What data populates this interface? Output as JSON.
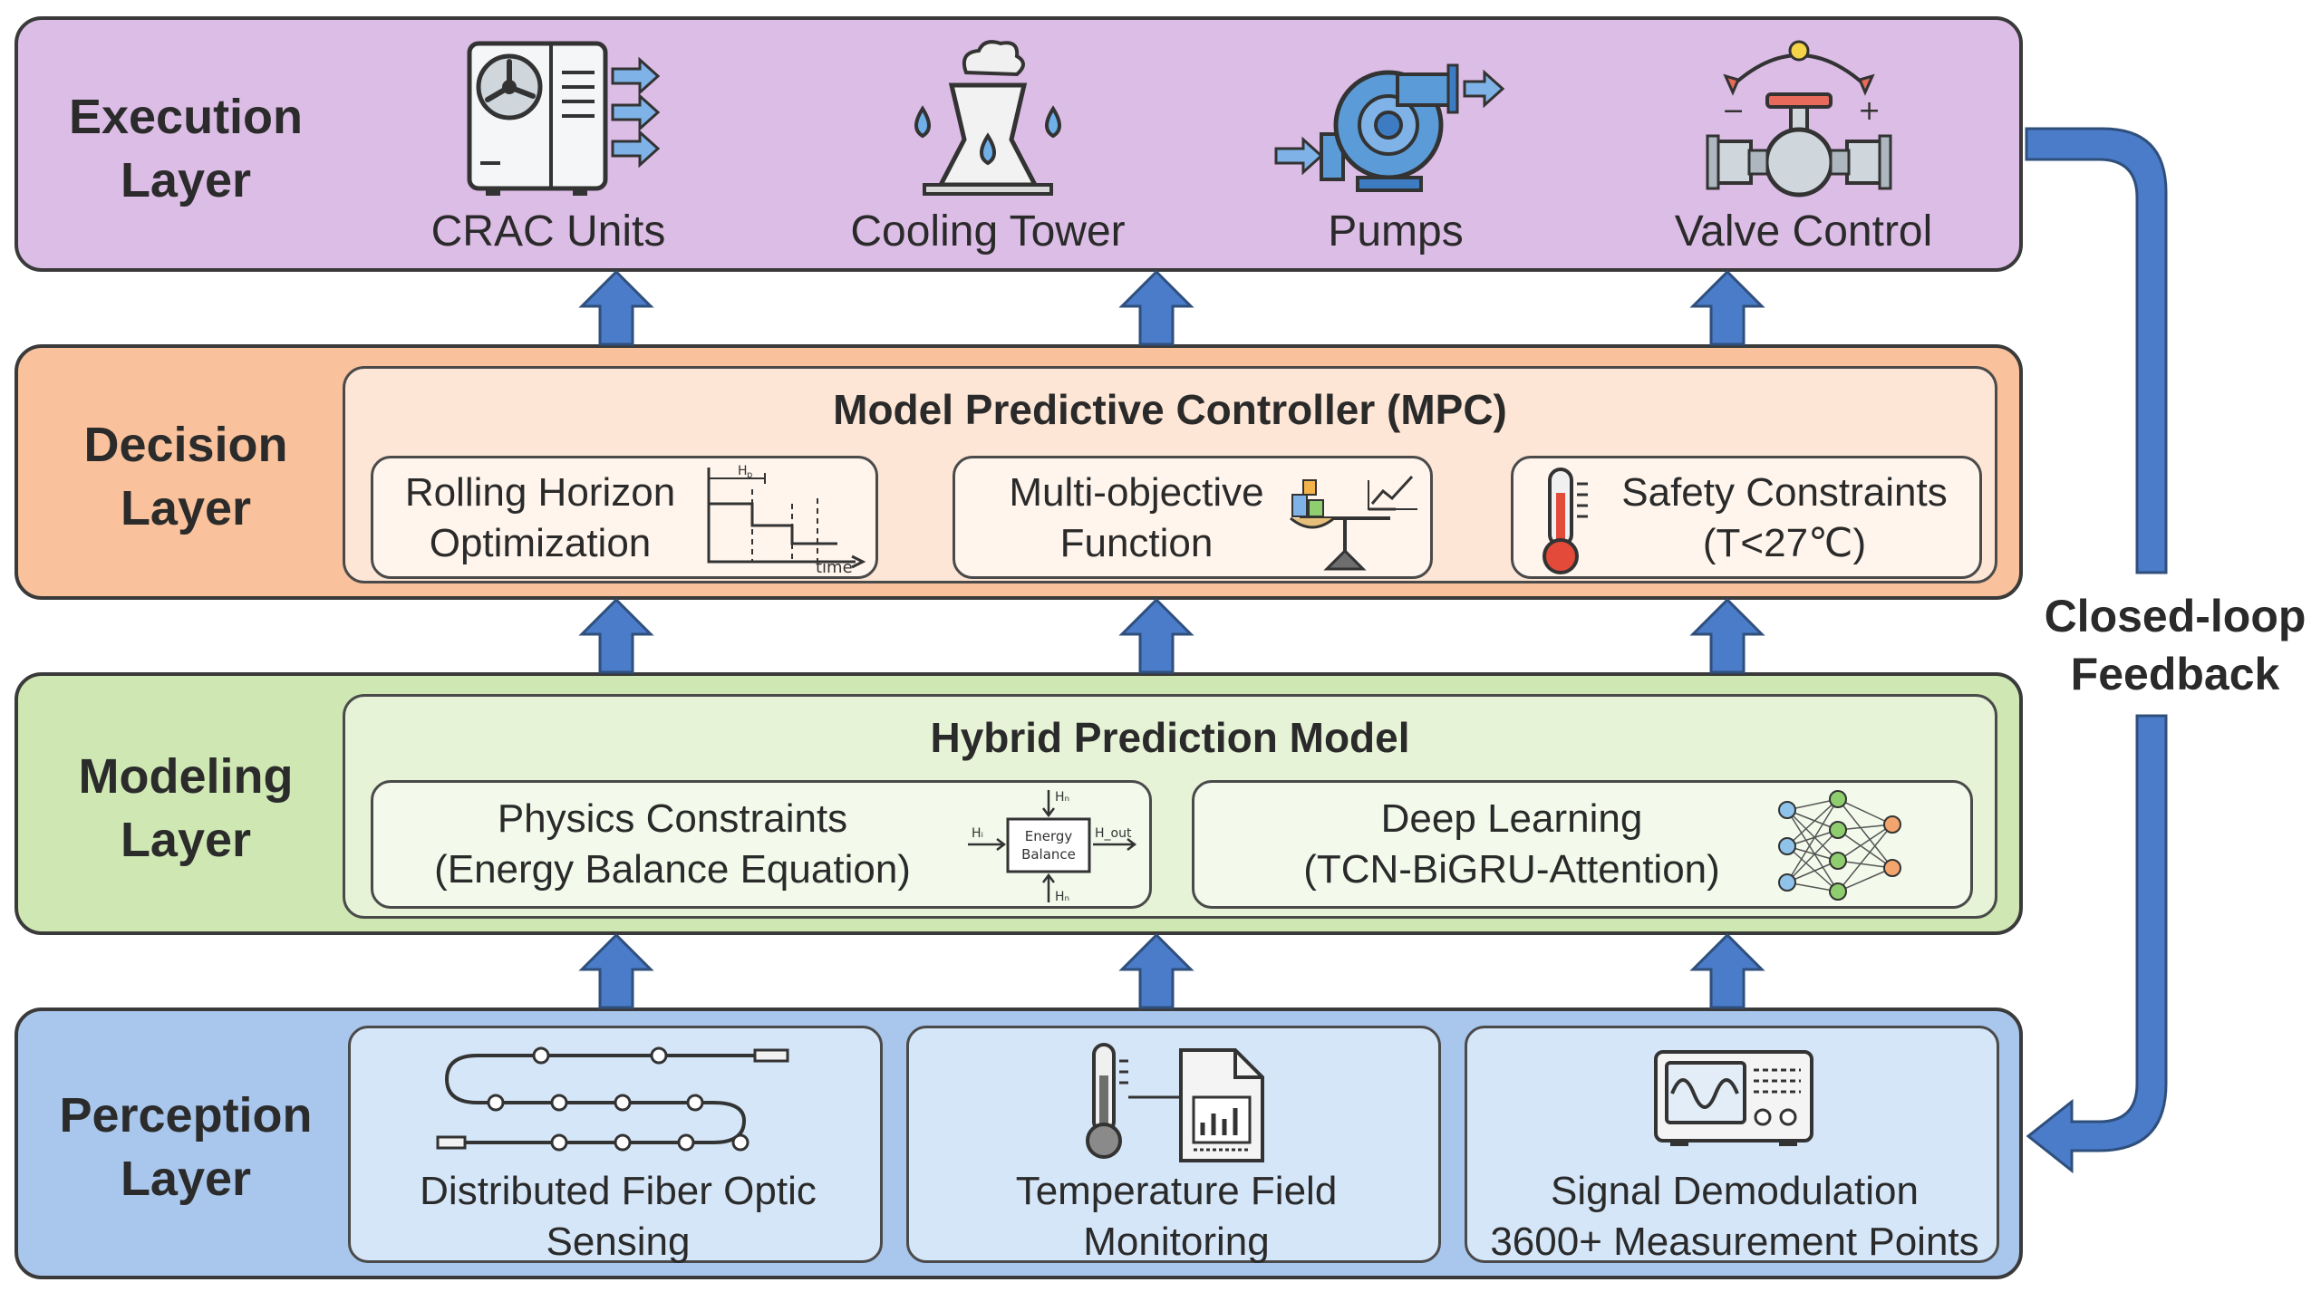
{
  "execution": {
    "title_line1": "Execution",
    "title_line2": "Layer",
    "items": [
      {
        "label": "CRAC Units"
      },
      {
        "label": "Cooling Tower"
      },
      {
        "label": "Pumps"
      },
      {
        "label": "Valve Control"
      }
    ]
  },
  "decision": {
    "title_line1": "Decision",
    "title_line2": "Layer",
    "panel_title": "Model Predictive Controller (MPC)",
    "rolling": {
      "line1": "Rolling Horizon",
      "line2": "Optimization",
      "chart_top": "H",
      "chart_top_sub": "p",
      "chart_axis": "time"
    },
    "multi": {
      "line1": "Multi-objective",
      "line2": "Function"
    },
    "safety": {
      "line1": "Safety Constraints",
      "line2": "(T<27℃)"
    }
  },
  "modeling": {
    "title_line1": "Modeling",
    "title_line2": "Layer",
    "panel_title": "Hybrid Prediction Model",
    "physics": {
      "line1": "Physics Constraints",
      "line2": "(Energy Balance Equation)",
      "box_line1": "Energy",
      "box_line2": "Balance",
      "in_left": "Hᵢ",
      "out_right": "H_out",
      "in_top": "Hₙ",
      "in_bottom": "Hₙ"
    },
    "deep": {
      "line1": "Deep Learning",
      "line2": "(TCN-BiGRU-Attention)"
    }
  },
  "perception": {
    "title_line1": "Perception",
    "title_line2": "Layer",
    "fiber": {
      "line1": "Distributed Fiber Optic",
      "line2": "Sensing"
    },
    "temp": {
      "line1": "Temperature Field",
      "line2": "Monitoring"
    },
    "signal": {
      "line1": "Signal Demodulation",
      "line2": "3600+ Measurement Points"
    }
  },
  "feedback": {
    "line1": "Closed-loop",
    "line2": "Feedback"
  },
  "colors": {
    "execution_bg": "#dcbde6",
    "decision_bg": "#f9c29c",
    "decision_inner": "#fde6d5",
    "modeling_bg": "#cfe8b3",
    "modeling_inner": "#e6f3d6",
    "perception_bg": "#a9c6ec",
    "perception_inner": "#d5e6f8",
    "arrow": "#4a7cc9"
  }
}
